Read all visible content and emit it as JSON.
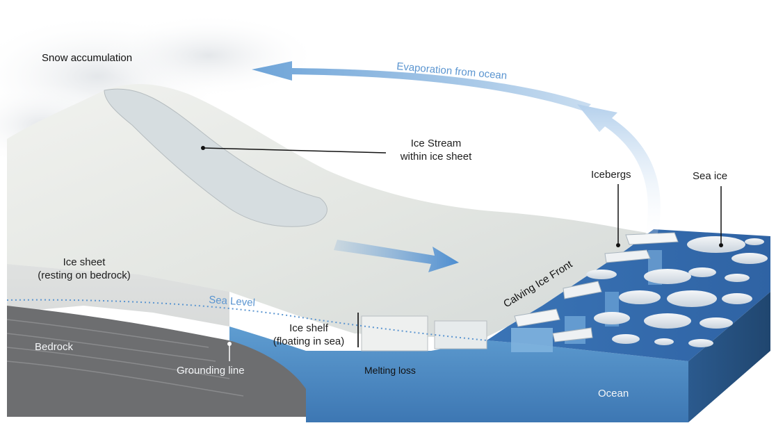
{
  "labels": {
    "snow_accumulation": "Snow accumulation",
    "evaporation": "Evaporation from ocean",
    "ice_stream_line1": "Ice Stream",
    "ice_stream_line2": "within ice sheet",
    "icebergs": "Icebergs",
    "sea_ice": "Sea ice",
    "ice_sheet_line1": "Ice sheet",
    "ice_sheet_line2": "(resting on bedrock)",
    "sea_level": "Sea Level",
    "calving_ice_front": "Calving Ice Front",
    "ice_shelf_line1": "Ice shelf",
    "ice_shelf_line2": "(floating in sea)",
    "bedrock": "Bedrock",
    "grounding_line": "Grounding line",
    "melting_loss": "Melting loss",
    "ocean": "Ocean"
  },
  "colors": {
    "sky_cloud": "#e9ecef",
    "ice_surface": "#e6e8e4",
    "ice_stream": "#d9e0e2",
    "ocean_front": "#4f8fc6",
    "ocean_side": "#2f5f93",
    "ocean_top": "#3f7bc0",
    "bedrock": "#6b6b6b",
    "arrow_blue": "#7fb0de",
    "sea_level_line": "#5b95d0"
  }
}
